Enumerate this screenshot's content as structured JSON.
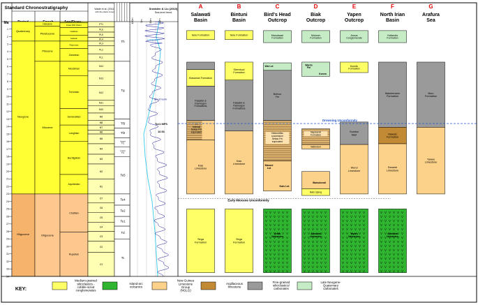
{
  "colors": {
    "yellow": "#ffff66",
    "neogene": "#ffff33",
    "paleogene": "#f5b36b",
    "epoch_pal": "#fdc88e",
    "age_cell": "#ffffb3",
    "green": "#2fb52f",
    "tan": "#fcd189",
    "brown": "#c28a35",
    "grey": "#9a9a9a",
    "lightgreen": "#c6ecc6",
    "border": "#000000",
    "letter": "#e00000",
    "blue_dash": "#2255cc",
    "cyan": "#33ccee",
    "navy": "#1a1a99"
  },
  "header": {
    "ma_label": "Ma",
    "std_title": "Standard Chronostratigraphy",
    "period": "Period",
    "epoch": "Epoch",
    "age": "Age/Stage",
    "wade_title": "Wade et al. (2011)",
    "wade_sub": "with the plank zones",
    "snedden_title": "Snedden & Liu (2010)",
    "snedden_sub": "Sea-level trend",
    "sea_scale": [
      "100m",
      "0m",
      "80m",
      "20m"
    ]
  },
  "columns": [
    {
      "letter": "A",
      "name1": "Salawati",
      "name2": "Basin"
    },
    {
      "letter": "B",
      "name1": "Bintuni",
      "name2": "Basin"
    },
    {
      "letter": "C",
      "name1": "Bird's Head",
      "name2": "Outcrop"
    },
    {
      "letter": "D",
      "name1": "Biak",
      "name2": "Outcrop"
    },
    {
      "letter": "E",
      "name1": "Yapen",
      "name2": "Outcrop"
    },
    {
      "letter": "F",
      "name1": "North Irian",
      "name2": "Basin"
    },
    {
      "letter": "G",
      "name1": "Arafura",
      "name2": "Sea"
    }
  ],
  "periods": [
    {
      "label": "Quaternary"
    },
    {
      "label": "Neogene"
    },
    {
      "label": "Oligocene"
    }
  ],
  "epochs": [
    {
      "label": "Holocene"
    },
    {
      "label": "Pleistocene"
    },
    {
      "label": "Pliocene"
    },
    {
      "label": "Miocene"
    },
    {
      "label": "Oligocene"
    }
  ],
  "ages": [
    "Tarantian (Lt. Pleist.)",
    "Ionian (Mid. Pleist.)",
    "Calabrian",
    "Gelasian",
    "Piacenzian",
    "Zanclean",
    "Messinian",
    "Tortonian",
    "Serravallian",
    "Langhian",
    "Burdigalian",
    "Aquitanian",
    "Chattian",
    "Rupelian"
  ],
  "planktic": [
    "PT1",
    "PL6",
    "PL5",
    "PL4",
    "PL3",
    "PL2",
    "PL1",
    "M14",
    "M13",
    "M12",
    "M11",
    "M10",
    "M9",
    "M8",
    "M7",
    "M6",
    "M5",
    "M4",
    "M3",
    "M2",
    "M1",
    "O7",
    "O6",
    "O5",
    "O4",
    "O3",
    "O2",
    "O1"
  ],
  "letter_stages": [
    "Th",
    "Tg",
    "Tf3",
    "Tf2",
    "Upper Tf1",
    "Lower Tf1",
    "Te5",
    "Te4",
    "Te2",
    "Te1",
    "Td",
    "Tc"
  ],
  "sea_level": {
    "long_term": "Long term",
    "short_term": "Short term",
    "tor1": "Tor1 MFS",
    "tor1_age": "10.51"
  },
  "ma_ticks": [
    "1",
    "2",
    "3",
    "4",
    "5",
    "6",
    "7",
    "8",
    "9",
    "10",
    "11",
    "12",
    "13",
    "14",
    "15",
    "16",
    "17",
    "18",
    "19",
    "20",
    "21",
    "22",
    "23",
    "24",
    "25",
    "26",
    "27",
    "28",
    "29",
    "30",
    "31",
    "32",
    "33",
    "34"
  ],
  "formations": {
    "A": [
      {
        "label": "Sele Formation"
      },
      {
        "label": "Klasaman Formation"
      },
      {
        "label": "Klasafet & Klamogun Formations"
      },
      {
        "label": "'U' Interval Sekau Fm equivalent"
      },
      {
        "label": "Kais Limestone"
      },
      {
        "label": "Sirga Formation"
      }
    ],
    "B": [
      {
        "label": "Sele Formation"
      },
      {
        "label": "Steenkool Formation"
      },
      {
        "label": "Klasafet & Klamogun Formations"
      },
      {
        "label": "Kais Limestone"
      },
      {
        "label": "Sirga Formation"
      }
    ],
    "C": [
      {
        "label": "Manokwari Formation"
      },
      {
        "label": "Wai Lst"
      },
      {
        "label": "Befoor Fm"
      },
      {
        "label": "Heterolithic succession Sekau Fm equivalent"
      },
      {
        "label": "Maruni Lst"
      },
      {
        "label": "Kais Lst"
      },
      {
        "label": "Arfak Volcanics"
      }
    ],
    "D": [
      {
        "label": "Mokmer Formation"
      },
      {
        "label": "Wardo Fm"
      },
      {
        "label": "Korem"
      },
      {
        "label": "Napisendi Formation"
      },
      {
        "label": "Wafordori"
      },
      {
        "label": "Wainukendi"
      },
      {
        "label": "Batu Ujang"
      },
      {
        "label": "Auwewa Volcanics"
      }
    ],
    "E": [
      {
        "label": "Ansus Conglomerate"
      },
      {
        "label": "Kurudu Formation"
      },
      {
        "label": "Sumboi Marl"
      },
      {
        "label": "Wurui Limestone"
      },
      {
        "label": "Yapen Volcanics"
      }
    ],
    "F": [
      {
        "label": "Hollandia Formation"
      },
      {
        "label": "Mamberamo Formation"
      },
      {
        "label": "Makats Formation"
      },
      {
        "label": "Darante Limestone"
      },
      {
        "label": "Auwewa Volcanics"
      }
    ],
    "G": [
      {
        "label": "Buru Formation"
      },
      {
        "label": "Yawee Limestone"
      }
    ]
  },
  "unconformities": {
    "drowning": "Drowning Unconformity",
    "early_miocene": "Early Miocene Unconformity"
  },
  "key": {
    "title": "KEY:",
    "items": [
      {
        "label1": "Medium-grained",
        "label2": "siliciclastics -",
        "label3": "cobble-sized",
        "label4": "conglomerates",
        "color": "#ffff66"
      },
      {
        "label1": "Island-arc",
        "label2": "volcanics",
        "label3": "",
        "label4": "",
        "color": "#2fb52f"
      },
      {
        "label1": "New Guinea",
        "label2": "Limestone",
        "label3": "Group",
        "label4": "(NGLG)",
        "color": "#fcd189"
      },
      {
        "label1": "Argillaceous",
        "label2": "limestone",
        "label3": "",
        "label4": "",
        "color": "#c28a35"
      },
      {
        "label1": "Fine-grained",
        "label2": "siliciclastics/",
        "label3": "carbonates",
        "label4": "",
        "color": "#9a9a9a"
      },
      {
        "label1": "Late Neogene-",
        "label2": "Quaternary",
        "label3": "carbonates",
        "label4": "",
        "color": "#c6ecc6"
      }
    ]
  }
}
